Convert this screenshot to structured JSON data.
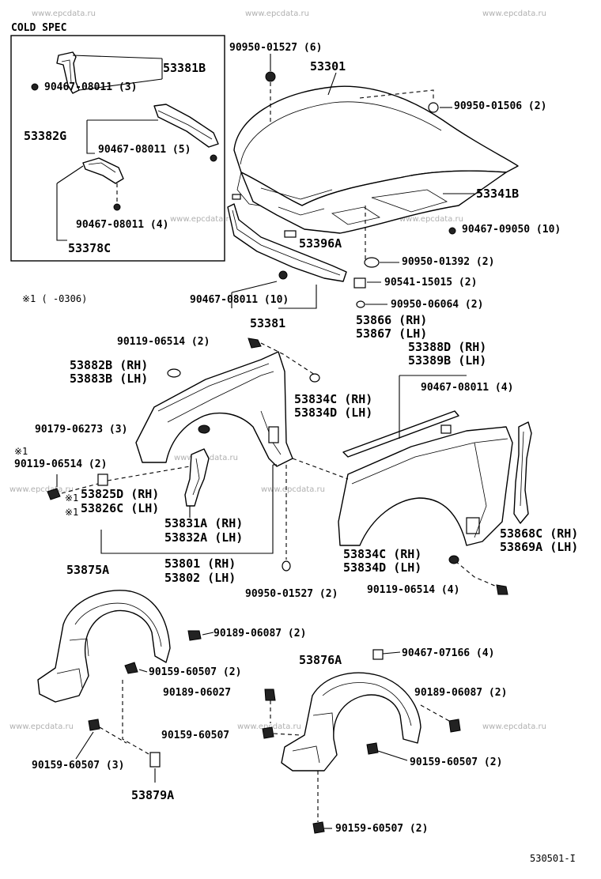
{
  "header": {
    "cold_spec": "COLD SPEC"
  },
  "note": "※1 (      -0306)",
  "watermark": "www.epcdata.ru",
  "figure_code": "530501-I",
  "labels": {
    "l90950_01527_6": "90950-01527 (6)",
    "l53301": "53301",
    "l90950_01506_2": "90950-01506 (2)",
    "l53381B": "53381B",
    "l90467_08011_3": "90467-08011 (3)",
    "l53382G": "53382G",
    "l90467_08011_5": "90467-08011 (5)",
    "l90467_08011_4a": "90467-08011 (4)",
    "l53378C": "53378C",
    "l53341B": "53341B",
    "l90467_09050_10": "90467-09050 (10)",
    "l53396A": "53396A",
    "l90950_01392_2": "90950-01392 (2)",
    "l90541_15015_2": "90541-15015 (2)",
    "l90467_08011_10": "90467-08011 (10)",
    "l90950_06064_2": "90950-06064 (2)",
    "l53381": "53381",
    "l53866": "53866 (RH)",
    "l53867": "53867 (LH)",
    "l90119_06514_2a": "90119-06514 (2)",
    "l53388D": "53388D (RH)",
    "l53389B": "53389B (LH)",
    "l53882B": "53882B (RH)",
    "l53883B": "53883B (LH)",
    "l90467_08011_4b": "90467-08011 (4)",
    "l53834C_a": "53834C (RH)",
    "l53834D_a": "53834D (LH)",
    "l90179_06273_3": "90179-06273 (3)",
    "star1_a": "※1",
    "l90119_06514_2b": "90119-06514 (2)",
    "star1_b": "※1",
    "l53825D": "53825D (RH)",
    "star1_c": "※1",
    "l53826C": "53826C (LH)",
    "l53868C": "53868C (RH)",
    "l53869A": "53869A (LH)",
    "l53831A": "53831A (RH)",
    "l53832A": "53832A (LH)",
    "l53875A": "53875A",
    "l53801": "53801 (RH)",
    "l53802": "53802 (LH)",
    "l53834C_b": "53834C (RH)",
    "l53834D_b": "53834D (LH)",
    "l90950_01527_2": "90950-01527 (2)",
    "l90119_06514_4": "90119-06514 (4)",
    "l90189_06087_2a": "90189-06087 (2)",
    "l53876A": "53876A",
    "l90467_07166_4": "90467-07166 (4)",
    "l90159_60507_2a": "90159-60507 (2)",
    "l90189_06027": "90189-06027",
    "l90189_06087_2b": "90189-06087 (2)",
    "l90159_60507": "90159-60507",
    "l90159_60507_3": "90159-60507 (3)",
    "l90159_60507_2b": "90159-60507 (2)",
    "l53879A": "53879A",
    "l90159_60507_2c": "90159-60507 (2)"
  }
}
